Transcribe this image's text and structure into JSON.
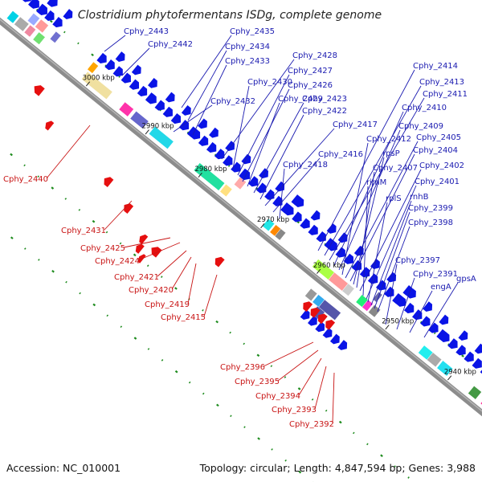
{
  "title": "Clostridium phytofermentans ISDg, complete genome",
  "footer": {
    "accession": "Accession: NC_010001",
    "summary": "Topology: circular; Length: 4,847,594 bp; Genes: 3,988"
  },
  "ticks": [
    "3000 kbp",
    "2990 kbp",
    "2980 kbp",
    "2970 kbp",
    "2960 kbp",
    "2950 kbp",
    "2940 kbp"
  ],
  "colors": {
    "forward_gene": "#0a14e6",
    "reverse_gene": "#e60f0f",
    "backbone": "#8c8c8c",
    "label_blue": "#1a1ab0",
    "label_red": "#c81414",
    "dot_green": "#1e8c1e"
  },
  "forward_labels": [
    "Cphy_2443",
    "Cphy_2442",
    "Cphy_2435",
    "Cphy_2434",
    "Cphy_2433",
    "Cphy_2428",
    "Cphy_2430",
    "Cphy_2427",
    "Cphy_2426",
    "Cphy_2432",
    "Cphy_2429",
    "Cphy_2423",
    "Cphy_2422",
    "Cphy_2417",
    "Cphy_2416",
    "Cphy_2418",
    "Cphy_2414",
    "Cphy_2413",
    "Cphy_2411",
    "Cphy_2410",
    "Cphy_2409",
    "Cphy_2412",
    "Cphy_2405",
    "Cphy_2404",
    "rpsP",
    "Cphy_2407",
    "Cphy_2402",
    "rimM",
    "Cphy_2401",
    "rplS",
    "rnhB",
    "Cphy_2399",
    "Cphy_2398",
    "Cphy_2397",
    "Cphy_2391",
    "engA",
    "gpsA"
  ],
  "reverse_labels": [
    "Cphy_2440",
    "Cphy_2431",
    "Cphy_2425",
    "Cphy_2424",
    "Cphy_2421",
    "Cphy_2420",
    "Cphy_2419",
    "Cphy_2415",
    "Cphy_2396",
    "Cphy_2395",
    "Cphy_2394",
    "Cphy_2393",
    "Cphy_2392"
  ]
}
